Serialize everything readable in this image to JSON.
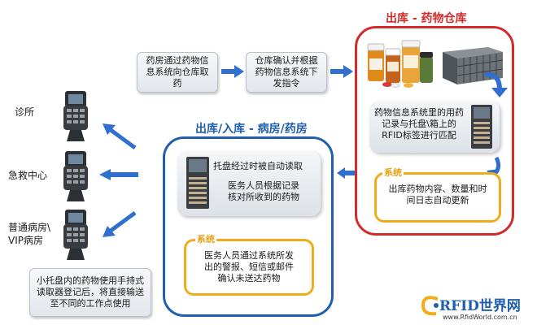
{
  "titles": {
    "warehouse": "出库 - 药物仓库",
    "ward": "出库/入库 - 病房/药房"
  },
  "steps": {
    "step1": "药房通过药物信息系统向仓库取药",
    "step2": "仓库确认并根据药物信息系统下发指令",
    "warehouse_panel": "药物信息系统里的用药记录与托盘\\箱上的RFID标签进行匹配",
    "warehouse_system_label": "系统",
    "warehouse_system_text": "出库药物内容、数量和时间日志自动更新",
    "ward_panel_line1": "托盘经过时被自动读取",
    "ward_panel_line2": "医务人员根据记录核对所收到的药物",
    "ward_system_label": "系统",
    "ward_system_text": "医务人员通过系统所发出的警报、短信或邮件确认未送达药物",
    "handheld_note": "小托盘内的药物使用手持式读取器登记后，将直接输送至不同的工作点使用"
  },
  "destinations": [
    "诊所",
    "急救中心",
    "普通病房\\ VIP病房"
  ],
  "logo": {
    "text": "RFID世界网",
    "url_text": "www.RfidWorld.com.cn"
  },
  "colors": {
    "warehouse_frame": "#d42a2a",
    "ward_frame": "#1f5fae",
    "system_frame": "#f0ac1c",
    "arrow": "#2f6fd0"
  }
}
